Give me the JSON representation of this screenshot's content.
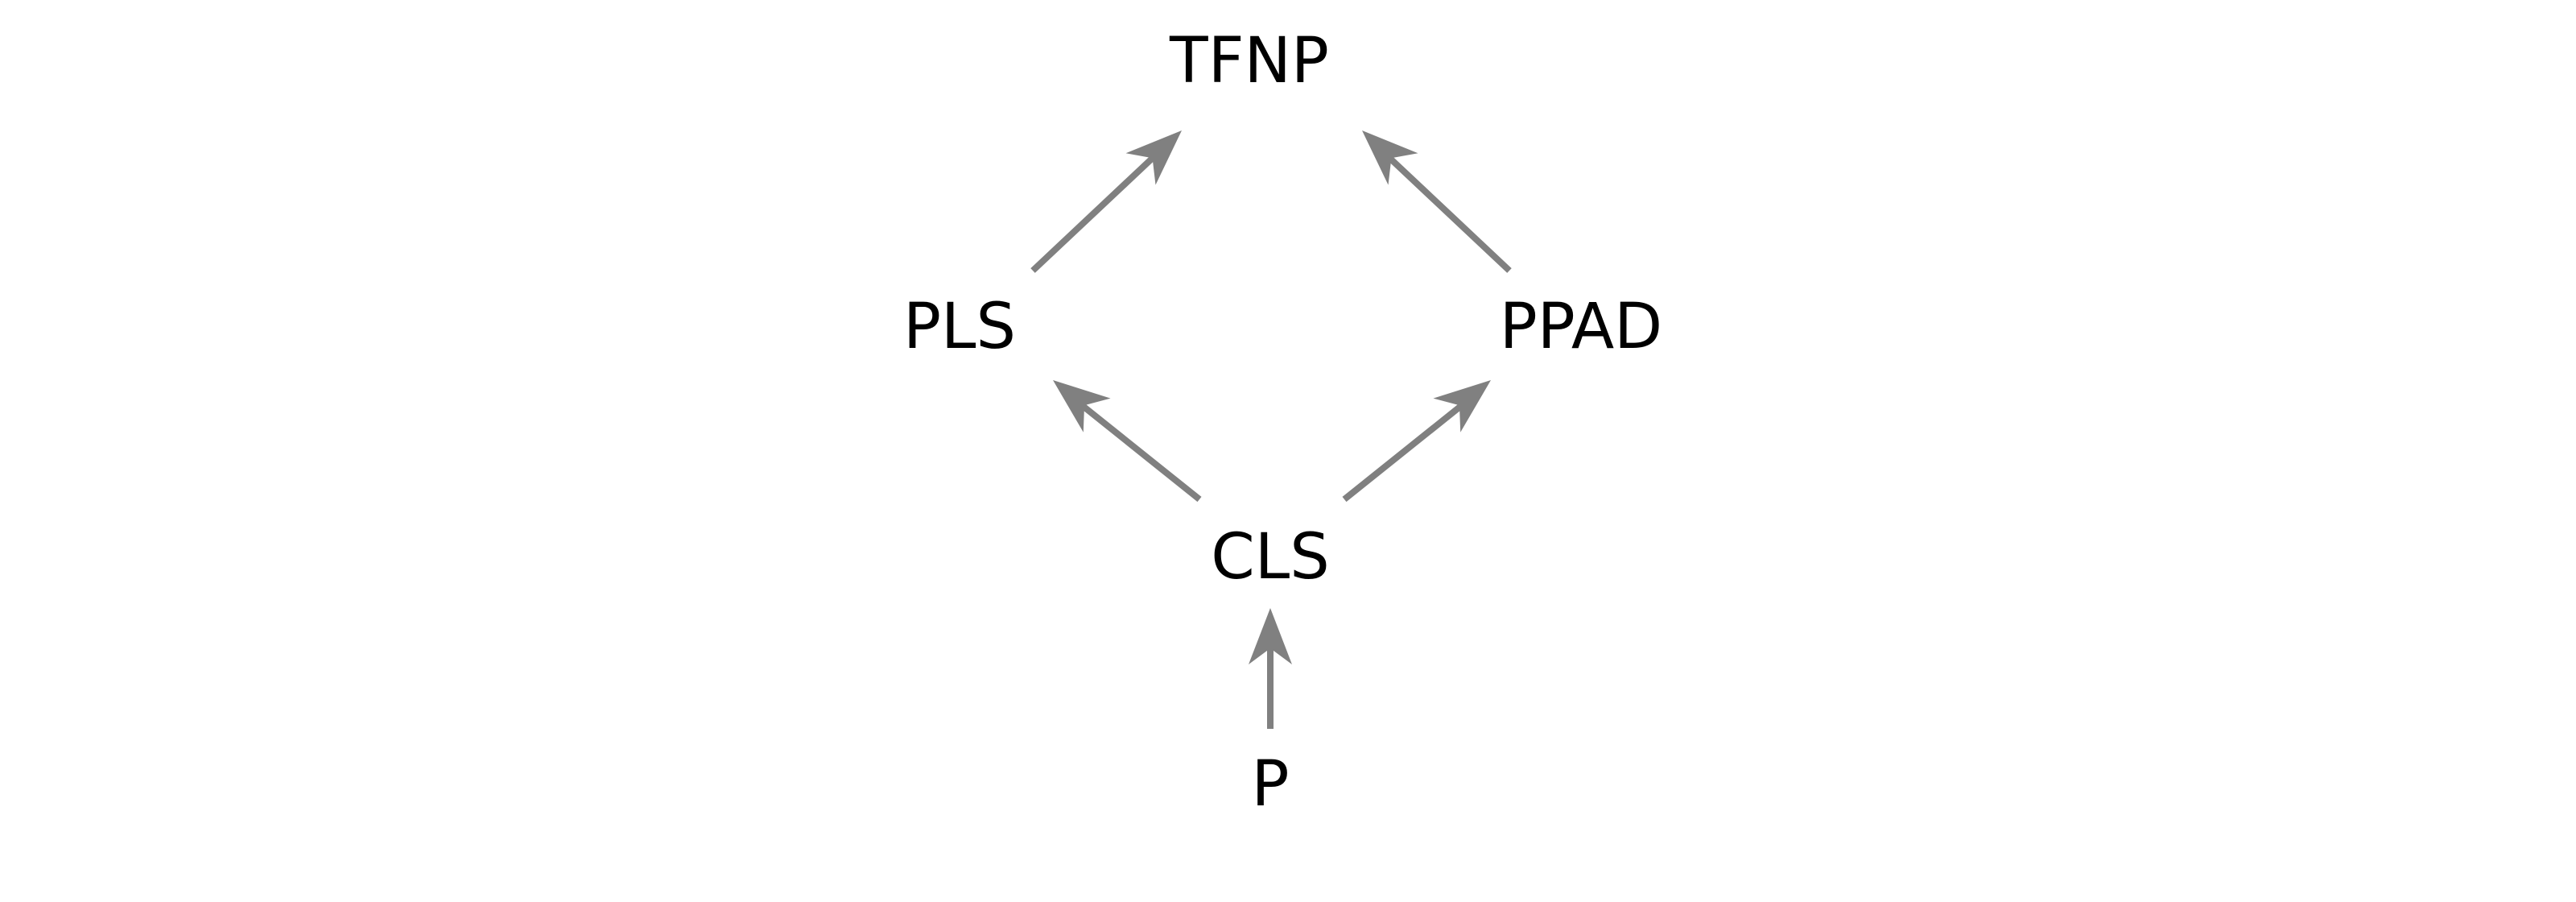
{
  "diagram": {
    "nodes": {
      "tfnp": "TFNP",
      "pls": "PLS",
      "ppad": "PPAD",
      "cls": "CLS",
      "p": "P"
    },
    "edges": [
      {
        "from": "P",
        "to": "CLS"
      },
      {
        "from": "CLS",
        "to": "PLS"
      },
      {
        "from": "CLS",
        "to": "PPAD"
      },
      {
        "from": "PLS",
        "to": "TFNP"
      },
      {
        "from": "PPAD",
        "to": "TFNP"
      }
    ],
    "colors": {
      "arrow": "#808080",
      "text": "#000000",
      "background": "#ffffff"
    }
  }
}
